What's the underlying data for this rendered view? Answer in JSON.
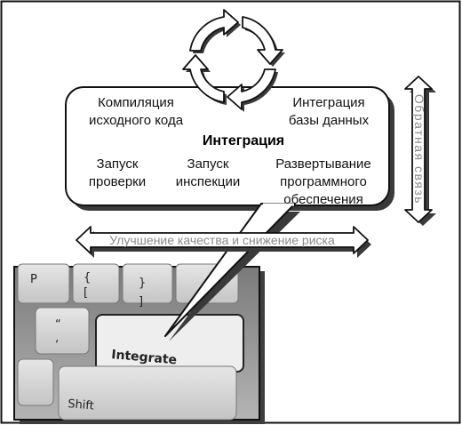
{
  "center_title": "Интеграция",
  "nodes": {
    "compile": [
      "Компиляция",
      "исходного кода"
    ],
    "db_integration": [
      "Интеграция",
      "базы данных"
    ],
    "run_tests": [
      "Запуск",
      "проверки"
    ],
    "run_inspection": [
      "Запуск",
      "инспекции"
    ],
    "deploy": [
      "Развертывание",
      "программного",
      "обеспечения"
    ]
  },
  "feedback_label": "Обратная связь",
  "horizontal_arrow_label": "Улучшение качества и снижение риска",
  "keyboard": {
    "integrate_key": "Integrate",
    "shift_key": "Shift",
    "p_key": "P",
    "brace_open": "{",
    "bracket_open": "[",
    "brace_close": "}",
    "bracket_close": "]",
    "quote_key_top": "“",
    "quote_key_bottom": "‚"
  },
  "colors": {
    "line": "#111111",
    "shadow": "#3a3a3a",
    "arrow_fill": "#ffffff",
    "label_gray": "#8a8a8a",
    "key_fill": "#d6d6d6",
    "keyboard_bg": "#9a9a9a"
  }
}
